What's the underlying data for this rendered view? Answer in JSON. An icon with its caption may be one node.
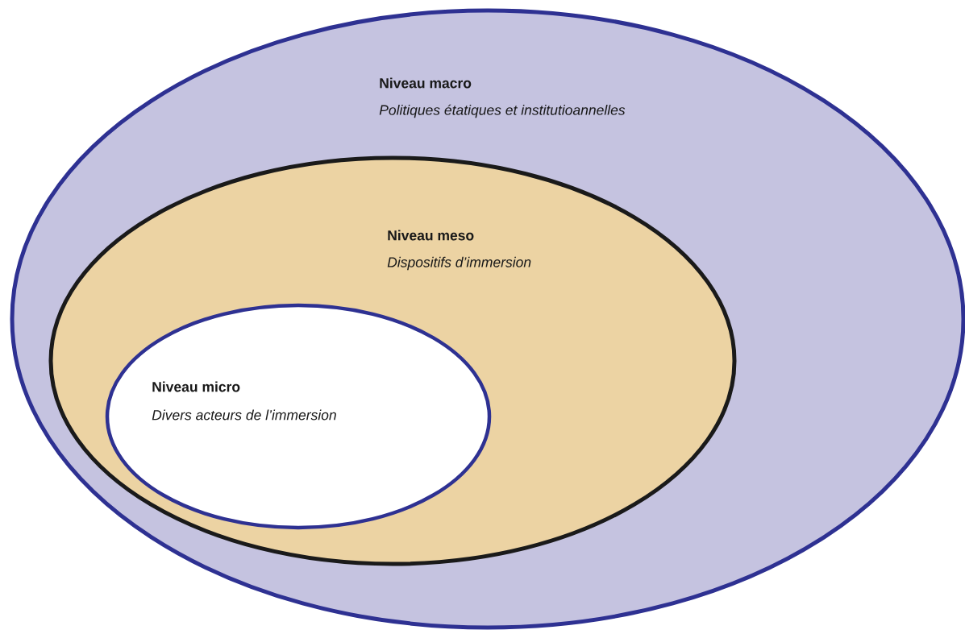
{
  "diagram": {
    "nodes": [
      {
        "text": [
          "Niveau macro",
          "Politiques étatiques et institutioannelles"
        ]
      },
      {
        "text": [
          "Niveau meso",
          "Dispositifs d’immersion"
        ],
        "in": 0
      },
      {
        "text": [
          "Niveau micro",
          "Divers acteurs de l’immersion"
        ],
        "in": 1
      }
    ]
  }
}
